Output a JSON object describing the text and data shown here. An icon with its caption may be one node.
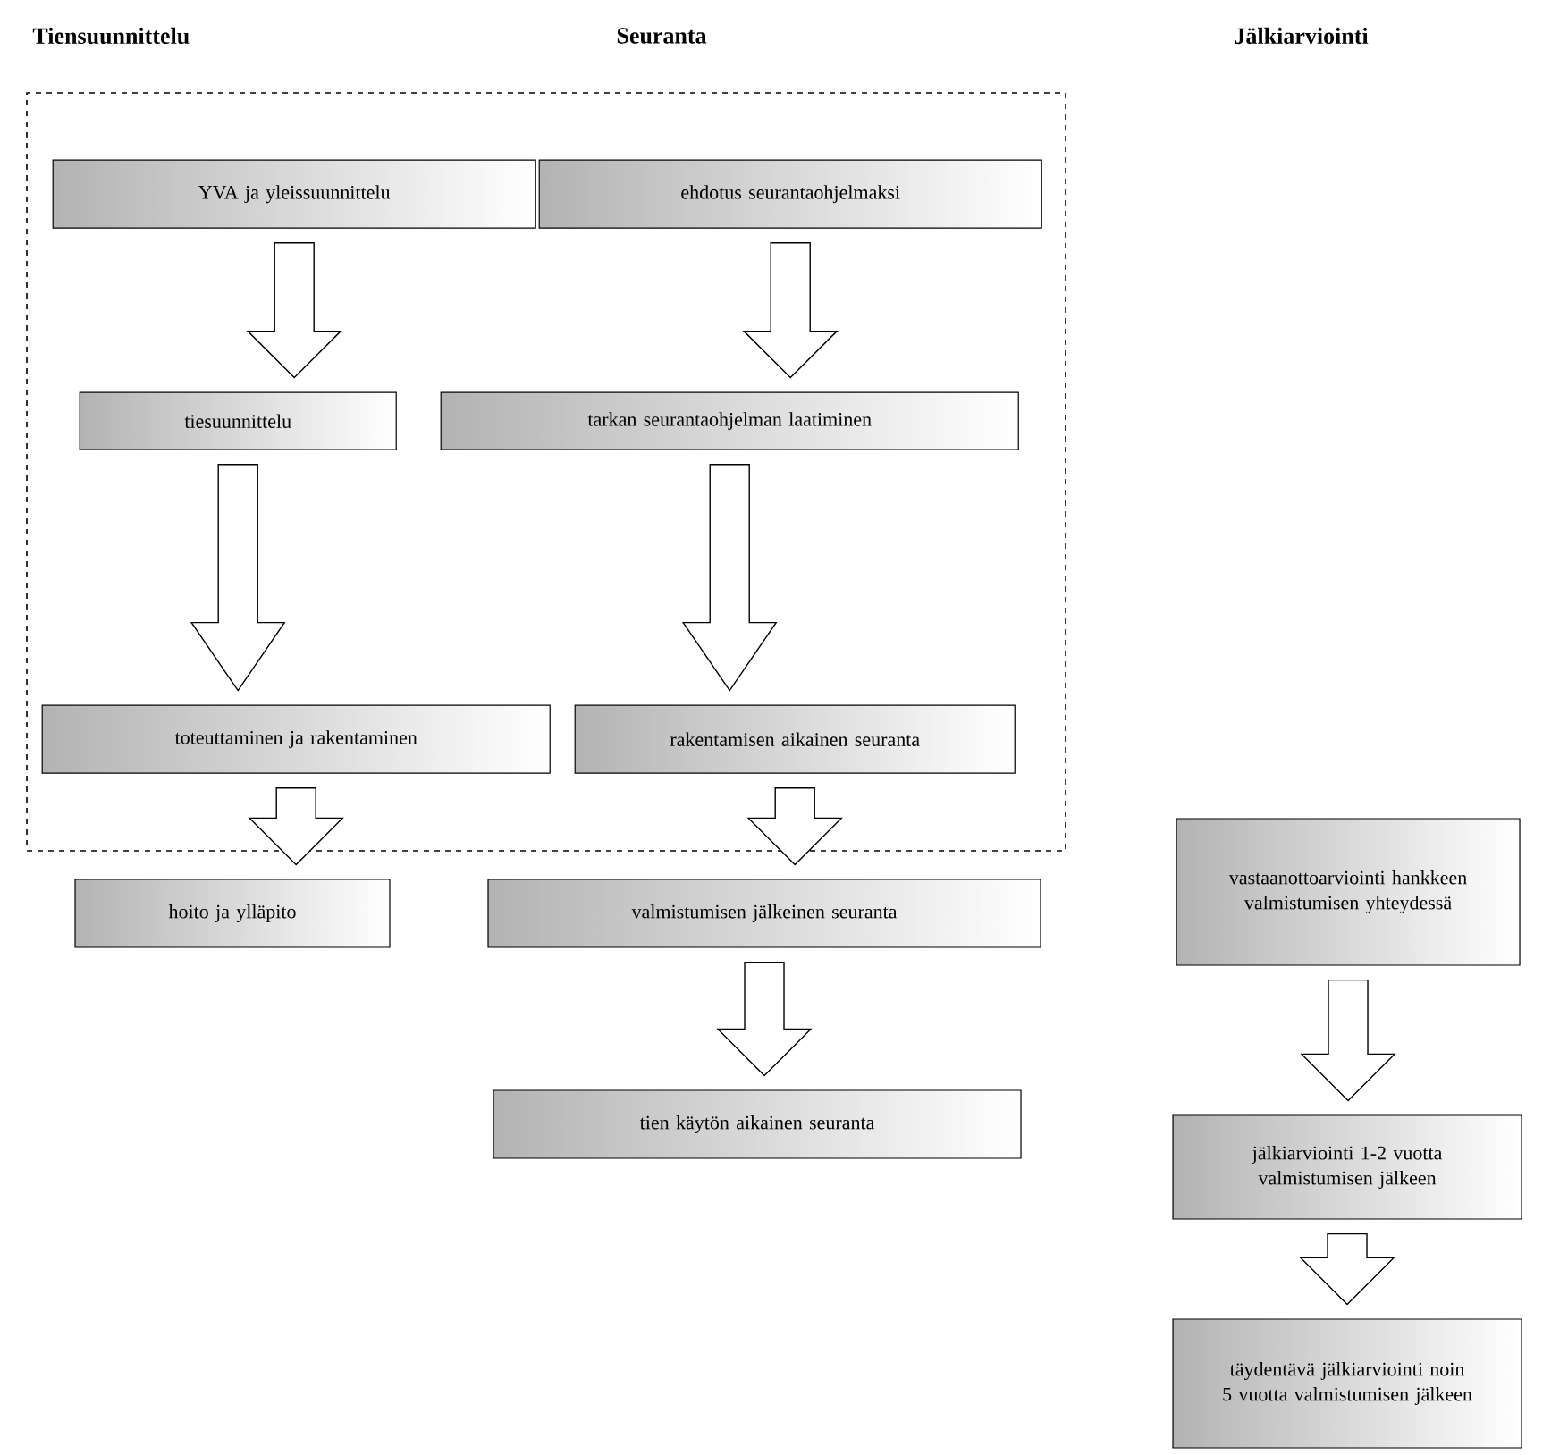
{
  "diagram": {
    "nodes": [
      {
        "text": [],
        "shape": "box"
      },
      {
        "text": [
          "YVA ja yleissuunnittelu"
        ],
        "in": 0
      },
      {
        "text": [
          "ehdotus seurantaohjelmaksi"
        ],
        "in": 0
      },
      {
        "text": [
          "tiesuunnittelu"
        ],
        "in": 0
      },
      {
        "text": [
          "tarkan seurantaohjelman laatiminen"
        ],
        "in": 0
      },
      {
        "text": [
          "toteuttaminen ja rakentaminen"
        ],
        "in": 0
      },
      {
        "text": [
          "rakentamisen aikainen seuranta"
        ],
        "in": 0
      },
      {
        "text": [
          "hoito ja ylläpito"
        ]
      },
      {
        "text": [
          "valmistumisen jälkeinen seuranta"
        ]
      },
      {
        "text": [
          "tien käytön aikainen seuranta"
        ]
      },
      {
        "text": [
          "vastaanottoarviointi hankkeen valmistumisen yhteydessä"
        ]
      },
      {
        "text": [
          "jälkiarviointi 1-2 vuotta valmistumisen jälkeen"
        ]
      },
      {
        "text": [
          "täydentävä jälkiarviointi noin 5 vuotta valmistumisen jälkeen"
        ]
      }
    ],
    "edges": [
      {
        "from": 1,
        "to": 3,
        "arrow": "to"
      },
      {
        "from": 2,
        "to": 4,
        "arrow": "to"
      },
      {
        "from": 3,
        "to": 5,
        "arrow": "to"
      },
      {
        "from": 4,
        "to": 6,
        "arrow": "to"
      },
      {
        "from": 5,
        "to": 7,
        "arrow": "to"
      },
      {
        "from": 6,
        "to": 8,
        "arrow": "to"
      },
      {
        "from": 8,
        "to": 9,
        "arrow": "to"
      },
      {
        "from": 10,
        "to": 11,
        "arrow": "to"
      },
      {
        "from": 11,
        "to": 12,
        "arrow": "to"
      }
    ],
    "labels": [
      "Tiensuunnittelu",
      "Seuranta",
      "Jälkiarviointi"
    ]
  }
}
